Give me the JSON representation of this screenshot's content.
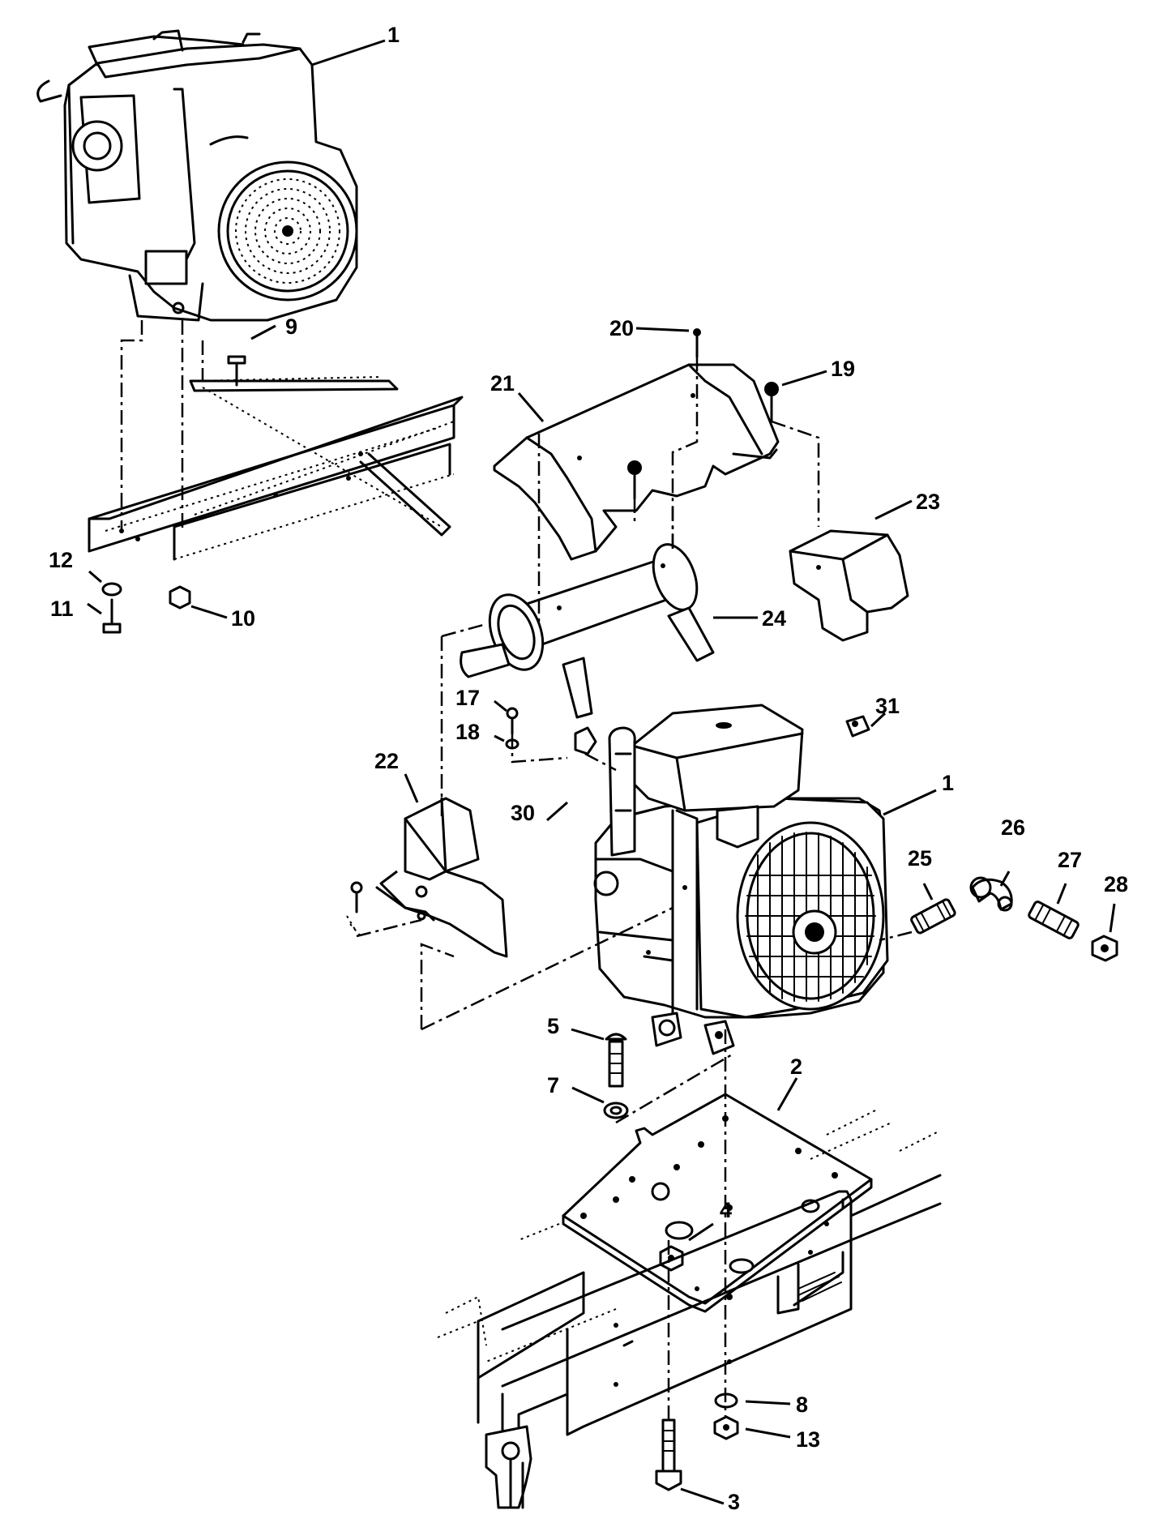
{
  "callouts": {
    "c1_top": "1",
    "c9": "9",
    "c10": "10",
    "c11": "11",
    "c12": "12",
    "c20": "20",
    "c19": "19",
    "c21": "21",
    "c23": "23",
    "c24": "24",
    "c17": "17",
    "c18": "18",
    "c31": "31",
    "c22": "22",
    "c1_main": "1",
    "c30": "30",
    "c26": "26",
    "c25": "25",
    "c27": "27",
    "c28": "28",
    "c5": "5",
    "c7": "7",
    "c2": "2",
    "c4": "4",
    "c8": "8",
    "c13": "13",
    "c3": "3"
  }
}
